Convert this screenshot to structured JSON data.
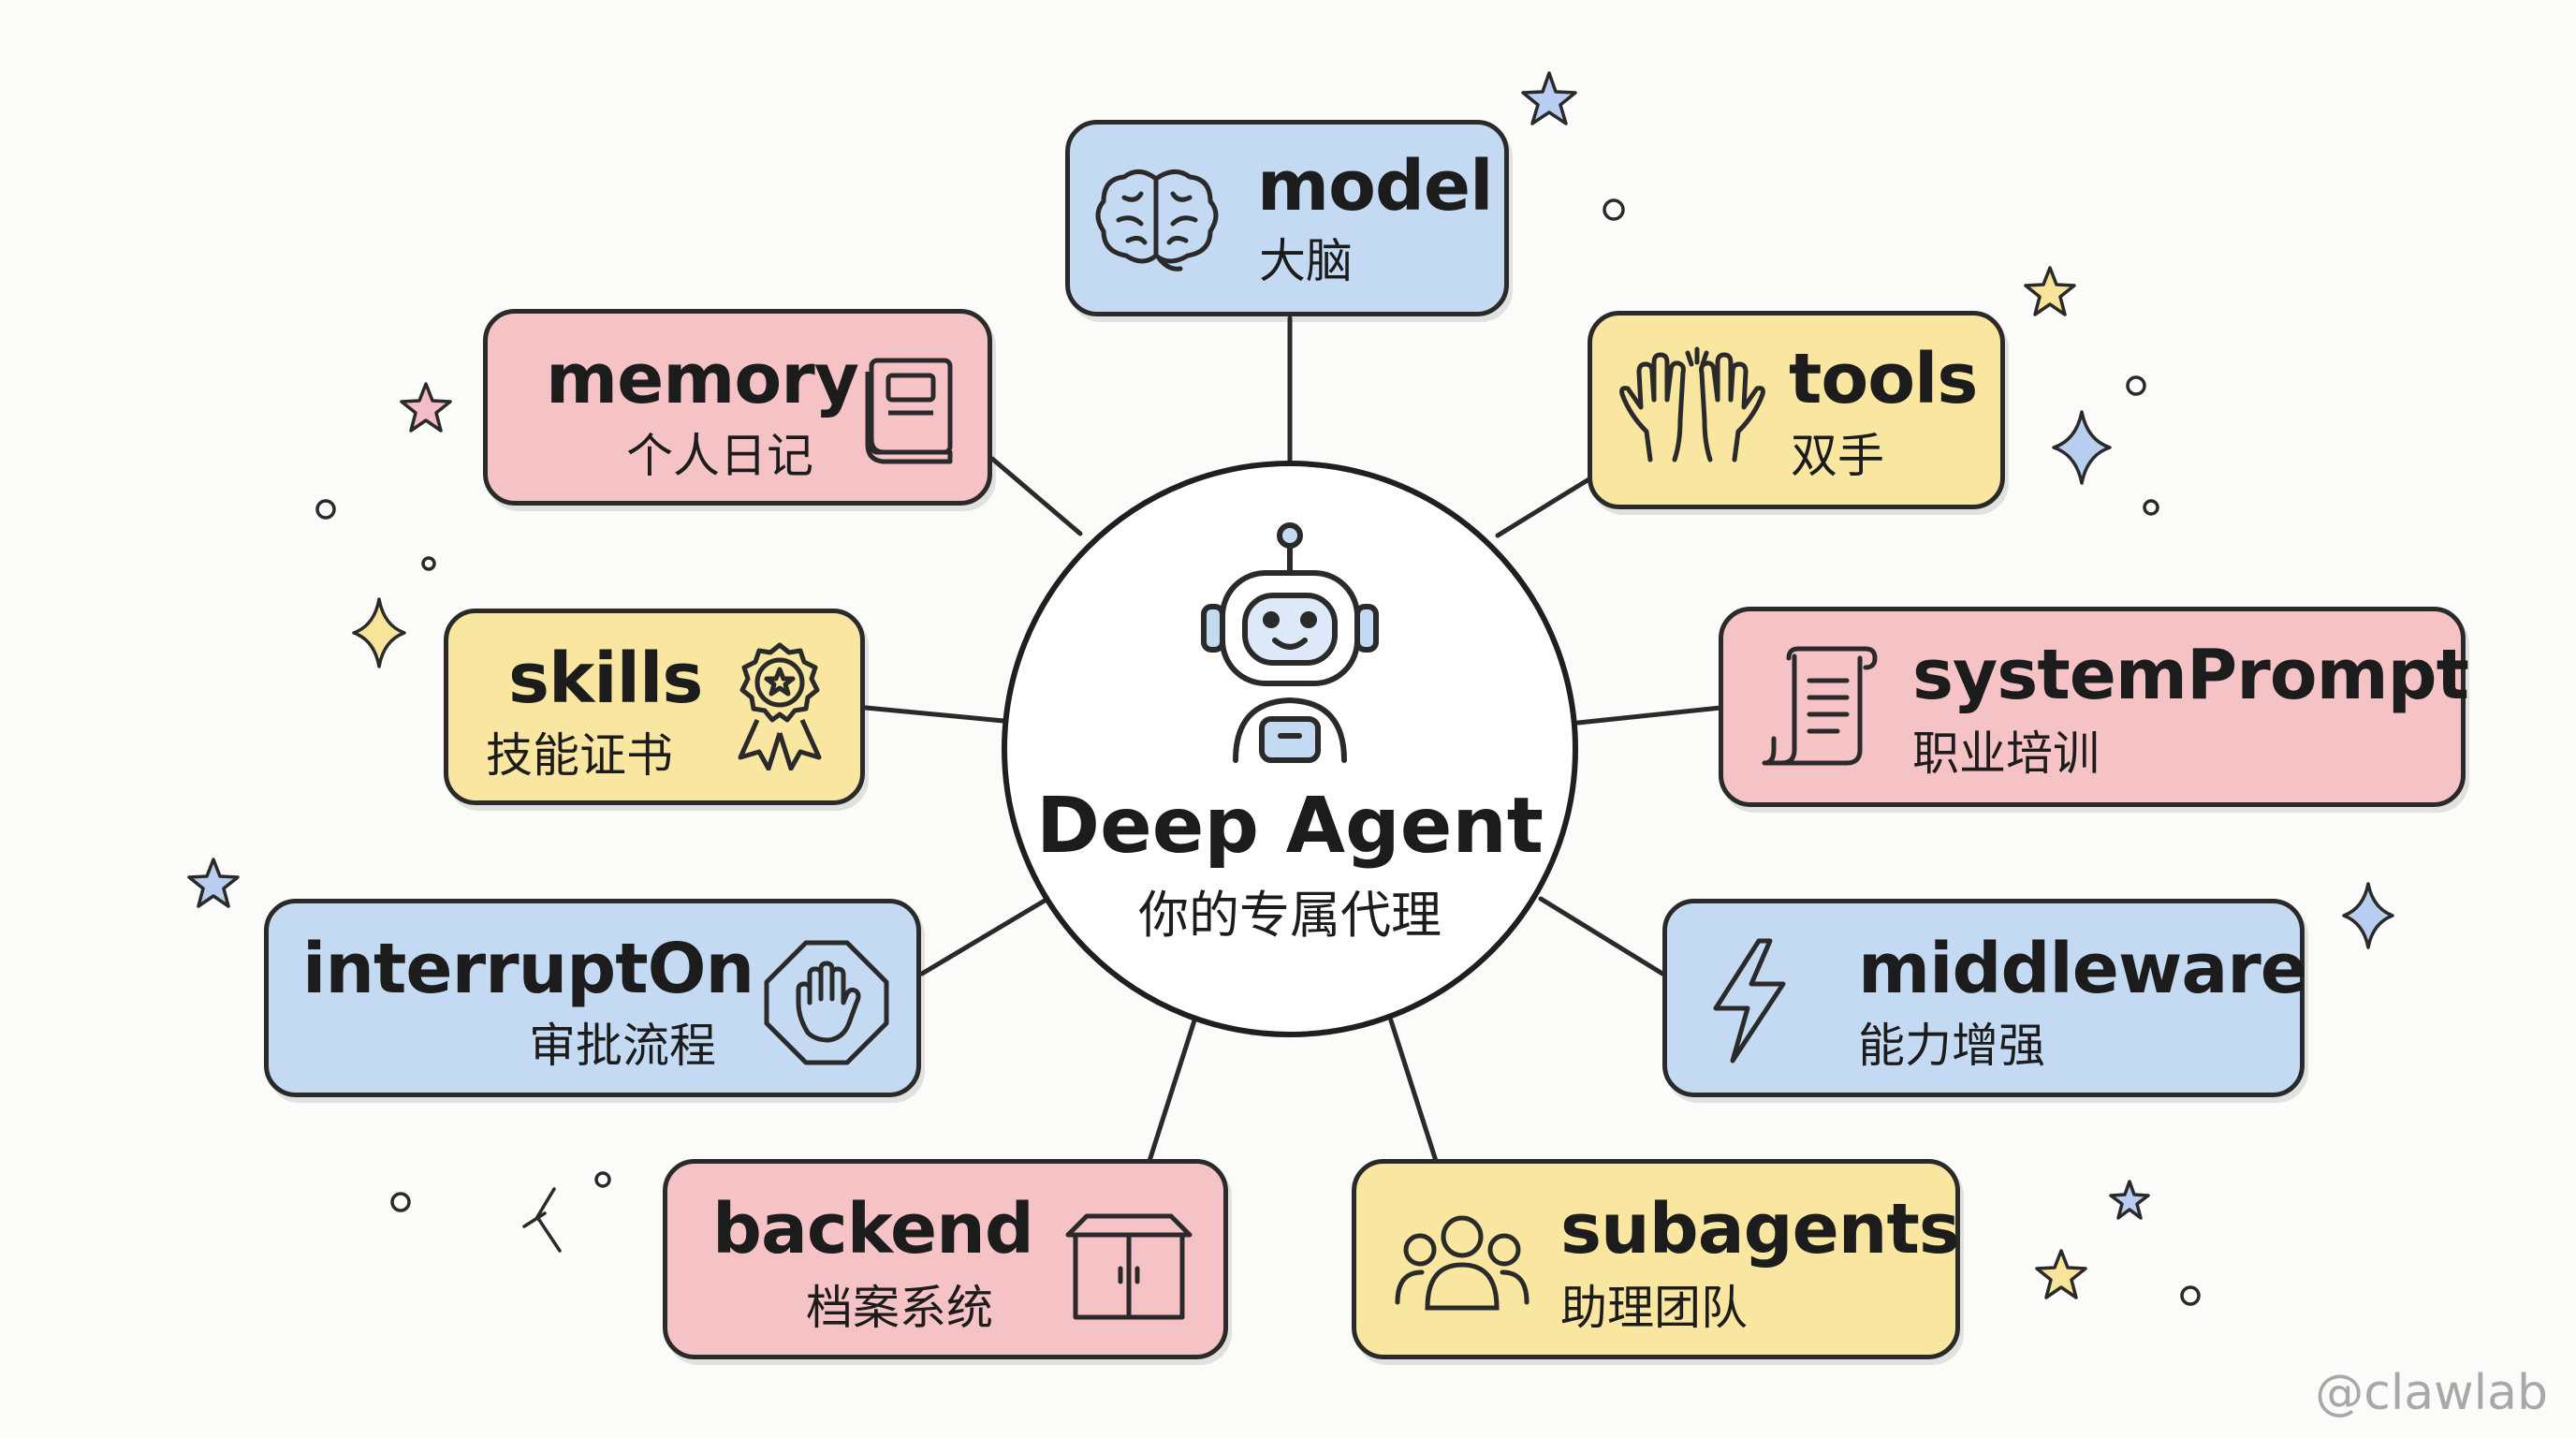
{
  "center": {
    "title": "Deep Agent",
    "subtitle": "你的专属代理",
    "icon": "robot-icon"
  },
  "nodes": [
    {
      "id": "model",
      "title": "model",
      "subtitle": "大脑",
      "icon": "brain-icon",
      "color": "#c4daf2"
    },
    {
      "id": "memory",
      "title": "memory",
      "subtitle": "个人日记",
      "icon": "book-icon",
      "color": "#f5c3c6"
    },
    {
      "id": "tools",
      "title": "tools",
      "subtitle": "双手",
      "icon": "hands-icon",
      "color": "#f8e6a1"
    },
    {
      "id": "skills",
      "title": "skills",
      "subtitle": "技能证书",
      "icon": "award-badge-icon",
      "color": "#f8e6a1"
    },
    {
      "id": "systemPrompt",
      "title": "systemPrompt",
      "subtitle": "职业培训",
      "icon": "scroll-icon",
      "color": "#f5c3c6"
    },
    {
      "id": "interruptOn",
      "title": "interruptOn",
      "subtitle": "审批流程",
      "icon": "stop-hand-icon",
      "color": "#c4daf2"
    },
    {
      "id": "middleware",
      "title": "middleware",
      "subtitle": "能力增强",
      "icon": "lightning-icon",
      "color": "#c4daf2"
    },
    {
      "id": "backend",
      "title": "backend",
      "subtitle": "档案系统",
      "icon": "cabinet-icon",
      "color": "#f5c3c6"
    },
    {
      "id": "subagents",
      "title": "subagents",
      "subtitle": "助理团队",
      "icon": "team-icon",
      "color": "#f8e6a1"
    }
  ],
  "watermark": "@clawlab",
  "colors": {
    "blue": "#c4daf2",
    "pink": "#f5c3c6",
    "yellow": "#f8e6a1",
    "outline": "#2a2a2a"
  }
}
